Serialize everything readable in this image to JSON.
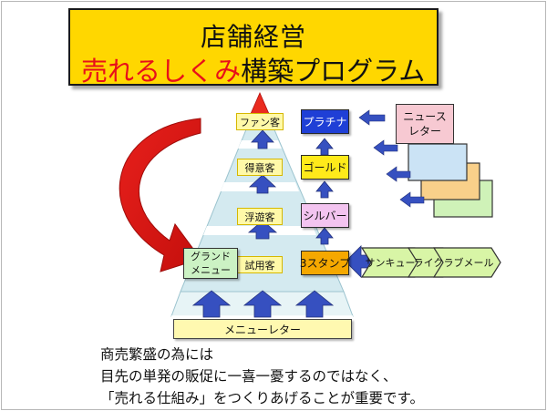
{
  "title": {
    "line1": "店舗経営",
    "line2_accent": "売れるしくみ",
    "line2_rest": "構築プログラム"
  },
  "tiers": {
    "fan": "ファン客",
    "tokui": "得意客",
    "fuyu": "浮遊客",
    "shiyo": "試用客"
  },
  "stages": {
    "platinum": "プラチナ",
    "gold": "ゴールド",
    "silver": "シルバー",
    "stamp": "3スタンプ"
  },
  "newsletter": {
    "line1": "ニュース",
    "line2": "レター"
  },
  "grand_menu": {
    "line1": "グランド",
    "line2": "メニュー"
  },
  "chevrons": [
    "サンキュー",
    "ライク",
    "ラブメール"
  ],
  "menu_letter": "メニューレター",
  "caption": [
    "商売繁盛の為には",
    "目先の単発の販促に一喜一憂するのではなく、",
    "「売れる仕組み」をつくりあげることが重要です。"
  ],
  "colors": {
    "title_bg": "#ffd700",
    "accent_red": "#e8101a",
    "pyramid_bands": "#d4eaf0",
    "pyramid_stripes": "#ffffff",
    "arrow_blue": "#3650c0",
    "red_arrow": "#e8201c",
    "platinum": "#1f3fd6",
    "gold": "#ffea1a",
    "silver": "#f3c4f0",
    "stamp": "#f5a800",
    "news_pink": "#f7c9d2",
    "news_blue": "#cbe3f5",
    "news_orange": "#f9d08a",
    "news_green": "#cff2b8",
    "chevron_green": "#d8f5a6",
    "grand_green": "#ccf2c4",
    "menu_letter_bg": "#fff9b0"
  },
  "icons": [
    "up-arrow-icon",
    "left-arrow-icon",
    "curved-red-arrow-icon"
  ]
}
